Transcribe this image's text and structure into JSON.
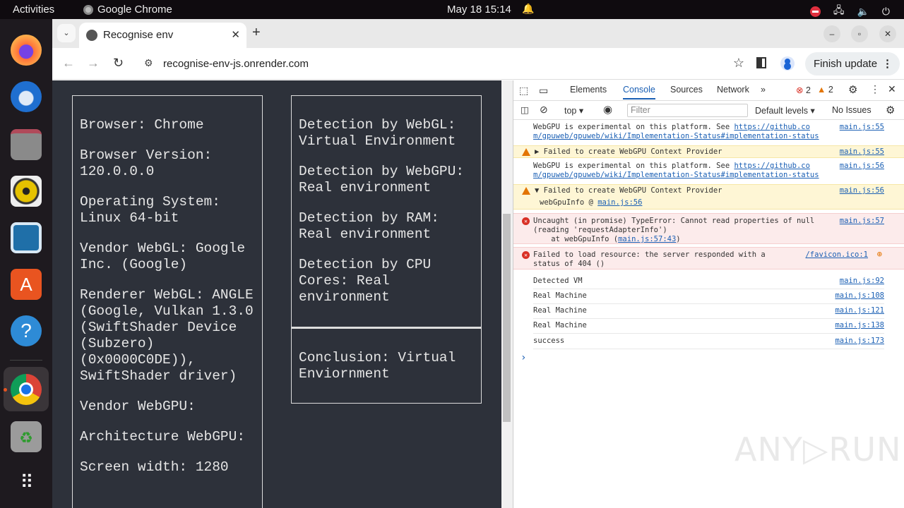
{
  "system_bar": {
    "activities": "Activities",
    "app_name": "Google Chrome",
    "clock": "May 18  15:14"
  },
  "dock": {
    "items": [
      "Firefox",
      "Thunderbird",
      "Files",
      "Rhythmbox",
      "LibreOffice Writer",
      "App Center",
      "Help",
      "Google Chrome",
      "Trash",
      "Show Apps"
    ]
  },
  "browser": {
    "tab_title": "Recognise env",
    "url": "recognise-env-js.onrender.com",
    "finish_update": "Finish update"
  },
  "page": {
    "info_box": [
      "Browser: Chrome",
      "Browser Version: 120.0.0.0",
      "Operating System: Linux 64-bit",
      "Vendor WebGL: Google Inc. (Google)",
      "Renderer WebGL: ANGLE (Google, Vulkan 1.3.0 (SwiftShader Device (Subzero) (0x0000C0DE)), SwiftShader driver)",
      "Vendor WebGPU:",
      "Architecture WebGPU:",
      "Screen width: 1280"
    ],
    "detection_box": [
      "Detection by WebGL: Virtual Environment",
      "Detection by WebGPU: Real environment",
      "Detection by RAM: Real environment",
      "Detection by CPU Cores: Real environment"
    ],
    "conclusion": "Conclusion: Virtual Enviornment"
  },
  "devtools": {
    "tabs": [
      "Elements",
      "Console",
      "Sources",
      "Network"
    ],
    "active_tab": "Console",
    "error_count": "2",
    "warning_count": "2",
    "context": "top",
    "filter_placeholder": "Filter",
    "levels": "Default levels",
    "issues": "No Issues",
    "logs": [
      {
        "type": "info",
        "text1": "WebGPU is experimental on this platform. See ",
        "link1": "https://github.co",
        "text2": "m/gpuweb/gpuweb/wiki/Implementation-Status#implementation-status",
        "source": "main.js:55"
      },
      {
        "type": "warning",
        "text": "▶ Failed to create WebGPU Context Provider",
        "source": "main.js:55"
      },
      {
        "type": "info",
        "text1": "WebGPU is experimental on this platform. See ",
        "link1": "https://github.co",
        "text2": "m/gpuweb/gpuweb/wiki/Implementation-Status#implementation-status",
        "source": "main.js:56"
      },
      {
        "type": "warning",
        "text": "▼ Failed to create WebGPU Context Provider",
        "stack": "webGpuInfo @ ",
        "stack_link": "main.js:56",
        "source": "main.js:56"
      },
      {
        "type": "error",
        "text": "Uncaught (in promise) TypeError: Cannot read properties of null",
        "text2": "(reading 'requestAdapterInfo')",
        "text3": "    at webGpuInfo (",
        "text3_link": "main.js:57:43",
        "source": "main.js:57"
      },
      {
        "type": "error",
        "text": "Failed to load resource: the server responded with a",
        "text2": "status of 404 ()",
        "source": "/favicon.ico:1"
      },
      {
        "type": "log",
        "text": "Detected VM",
        "source": "main.js:92"
      },
      {
        "type": "log",
        "text": "Real Machine",
        "source": "main.js:108"
      },
      {
        "type": "log",
        "text": "Real Machine",
        "source": "main.js:121"
      },
      {
        "type": "log",
        "text": "Real Machine",
        "source": "main.js:138"
      },
      {
        "type": "log",
        "text": "success",
        "source": "main.js:173"
      }
    ],
    "prompt": "›"
  },
  "watermark": "ANY▷RUN"
}
